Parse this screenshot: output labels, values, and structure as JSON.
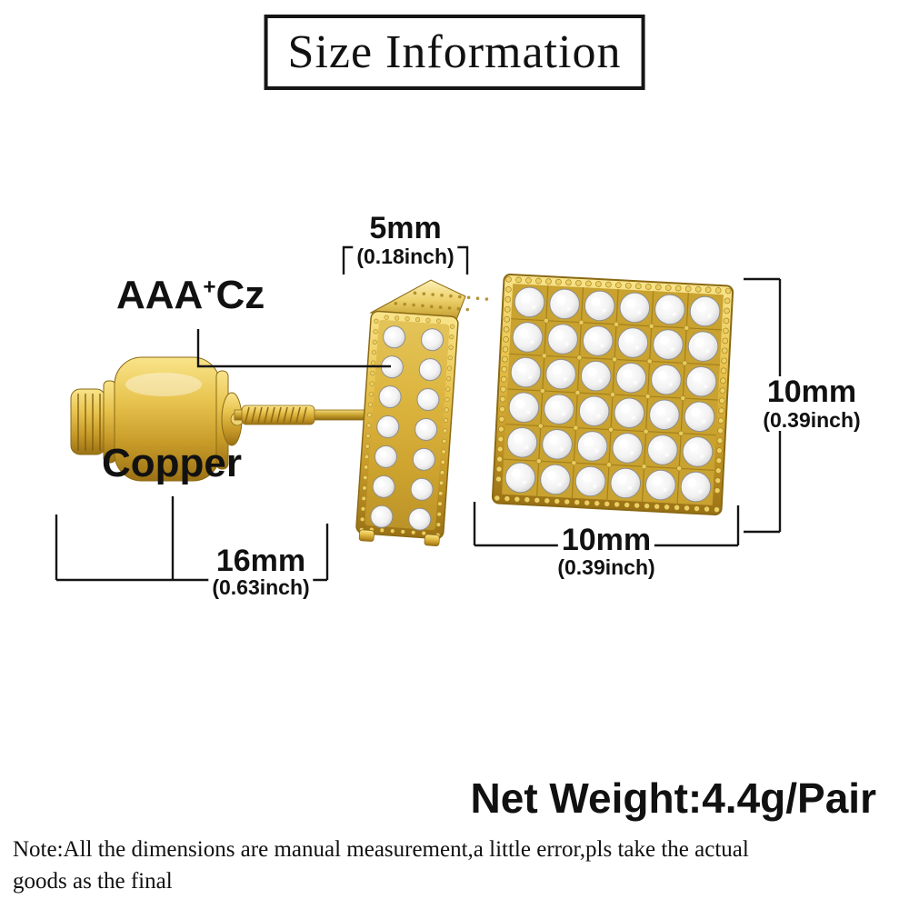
{
  "title": "Size Information",
  "materials": {
    "stone_prefix": "AAA",
    "stone_sup": "+",
    "stone_suffix": "Cz",
    "metal": "Copper"
  },
  "dimensions": {
    "depth_mm": "5mm",
    "depth_inch": "(0.18inch)",
    "length_mm": "16mm",
    "length_inch": "(0.63inch)",
    "height_mm": "10mm",
    "height_inch": "(0.39inch)",
    "width_mm": "10mm",
    "width_inch": "(0.39inch)"
  },
  "net_weight": "Net Weight:4.4g/Pair",
  "note": {
    "line1": "Note:All the dimensions are manual measurement,a little error,pls take the actual",
    "line2": "goods as the final"
  },
  "colors": {
    "gold": "#d9b23a",
    "gold_dark": "#8a6914",
    "stone": "#e9e9e9",
    "dimension_line": "#141414",
    "background": "#ffffff"
  }
}
